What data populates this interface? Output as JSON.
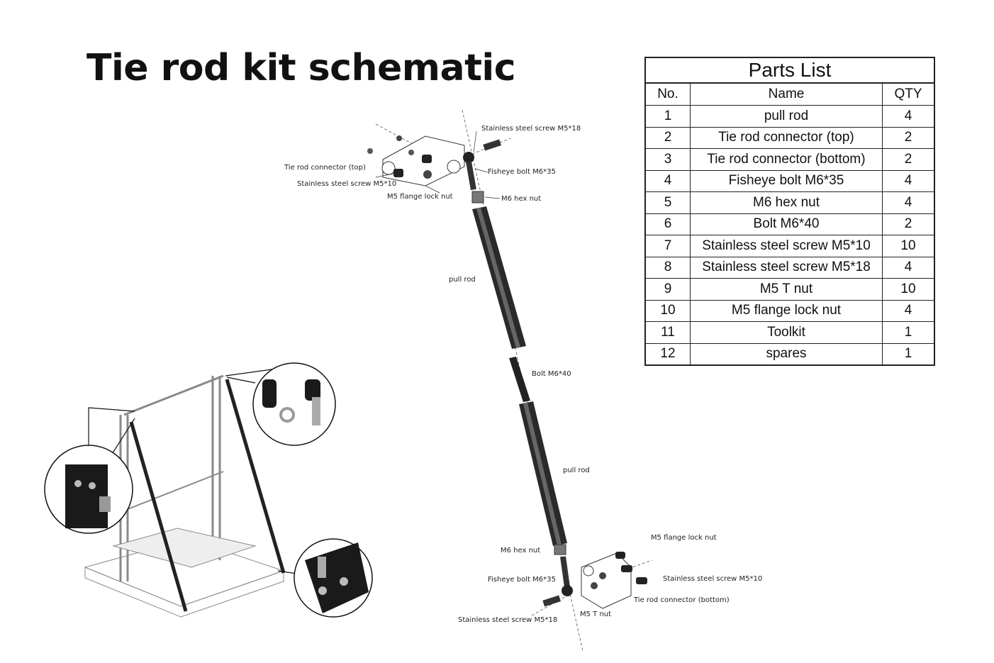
{
  "title": "Tie rod kit schematic",
  "parts_list": {
    "title": "Parts List",
    "headers": {
      "no": "No.",
      "name": "Name",
      "qty": "QTY"
    },
    "rows": [
      {
        "no": "1",
        "name": "pull rod",
        "qty": "4"
      },
      {
        "no": "2",
        "name": "Tie rod connector (top)",
        "qty": "2"
      },
      {
        "no": "3",
        "name": "Tie rod connector (bottom)",
        "qty": "2"
      },
      {
        "no": "4",
        "name": "Fisheye bolt M6*35",
        "qty": "4"
      },
      {
        "no": "5",
        "name": "M6 hex nut",
        "qty": "4"
      },
      {
        "no": "6",
        "name": "Bolt M6*40",
        "qty": "2"
      },
      {
        "no": "7",
        "name": "Stainless steel screw M5*10",
        "qty": "10"
      },
      {
        "no": "8",
        "name": "Stainless steel screw M5*18",
        "qty": "4"
      },
      {
        "no": "9",
        "name": "M5 T nut",
        "qty": "10"
      },
      {
        "no": "10",
        "name": "M5 flange lock nut",
        "qty": "4"
      },
      {
        "no": "11",
        "name": "Toolkit",
        "qty": "1"
      },
      {
        "no": "12",
        "name": "spares",
        "qty": "1"
      }
    ]
  },
  "callouts": {
    "top_screw_m5x18": "Stainless steel screw M5*18",
    "top_connector": "Tie rod connector (top)",
    "top_fisheye": "Fisheye bolt M6*35",
    "top_screw_m5x10": "Stainless steel screw M5*10",
    "top_flange_nut": "M5 flange lock nut",
    "top_hex_nut": "M6 hex nut",
    "pull_rod_upper": "pull rod",
    "bolt_m6x40": "Bolt M6*40",
    "pull_rod_lower": "pull rod",
    "bottom_flange_nut": "M5 flange lock nut",
    "bottom_hex_nut": "M6 hex nut",
    "bottom_screw_m5x10": "Stainless steel screw M5*10",
    "bottom_fisheye": "Fisheye bolt M6*35",
    "bottom_connector": "Tie rod connector (bottom)",
    "bottom_t_nut": "M5 T nut",
    "bottom_screw_m5x18": "Stainless steel screw M5*18"
  }
}
